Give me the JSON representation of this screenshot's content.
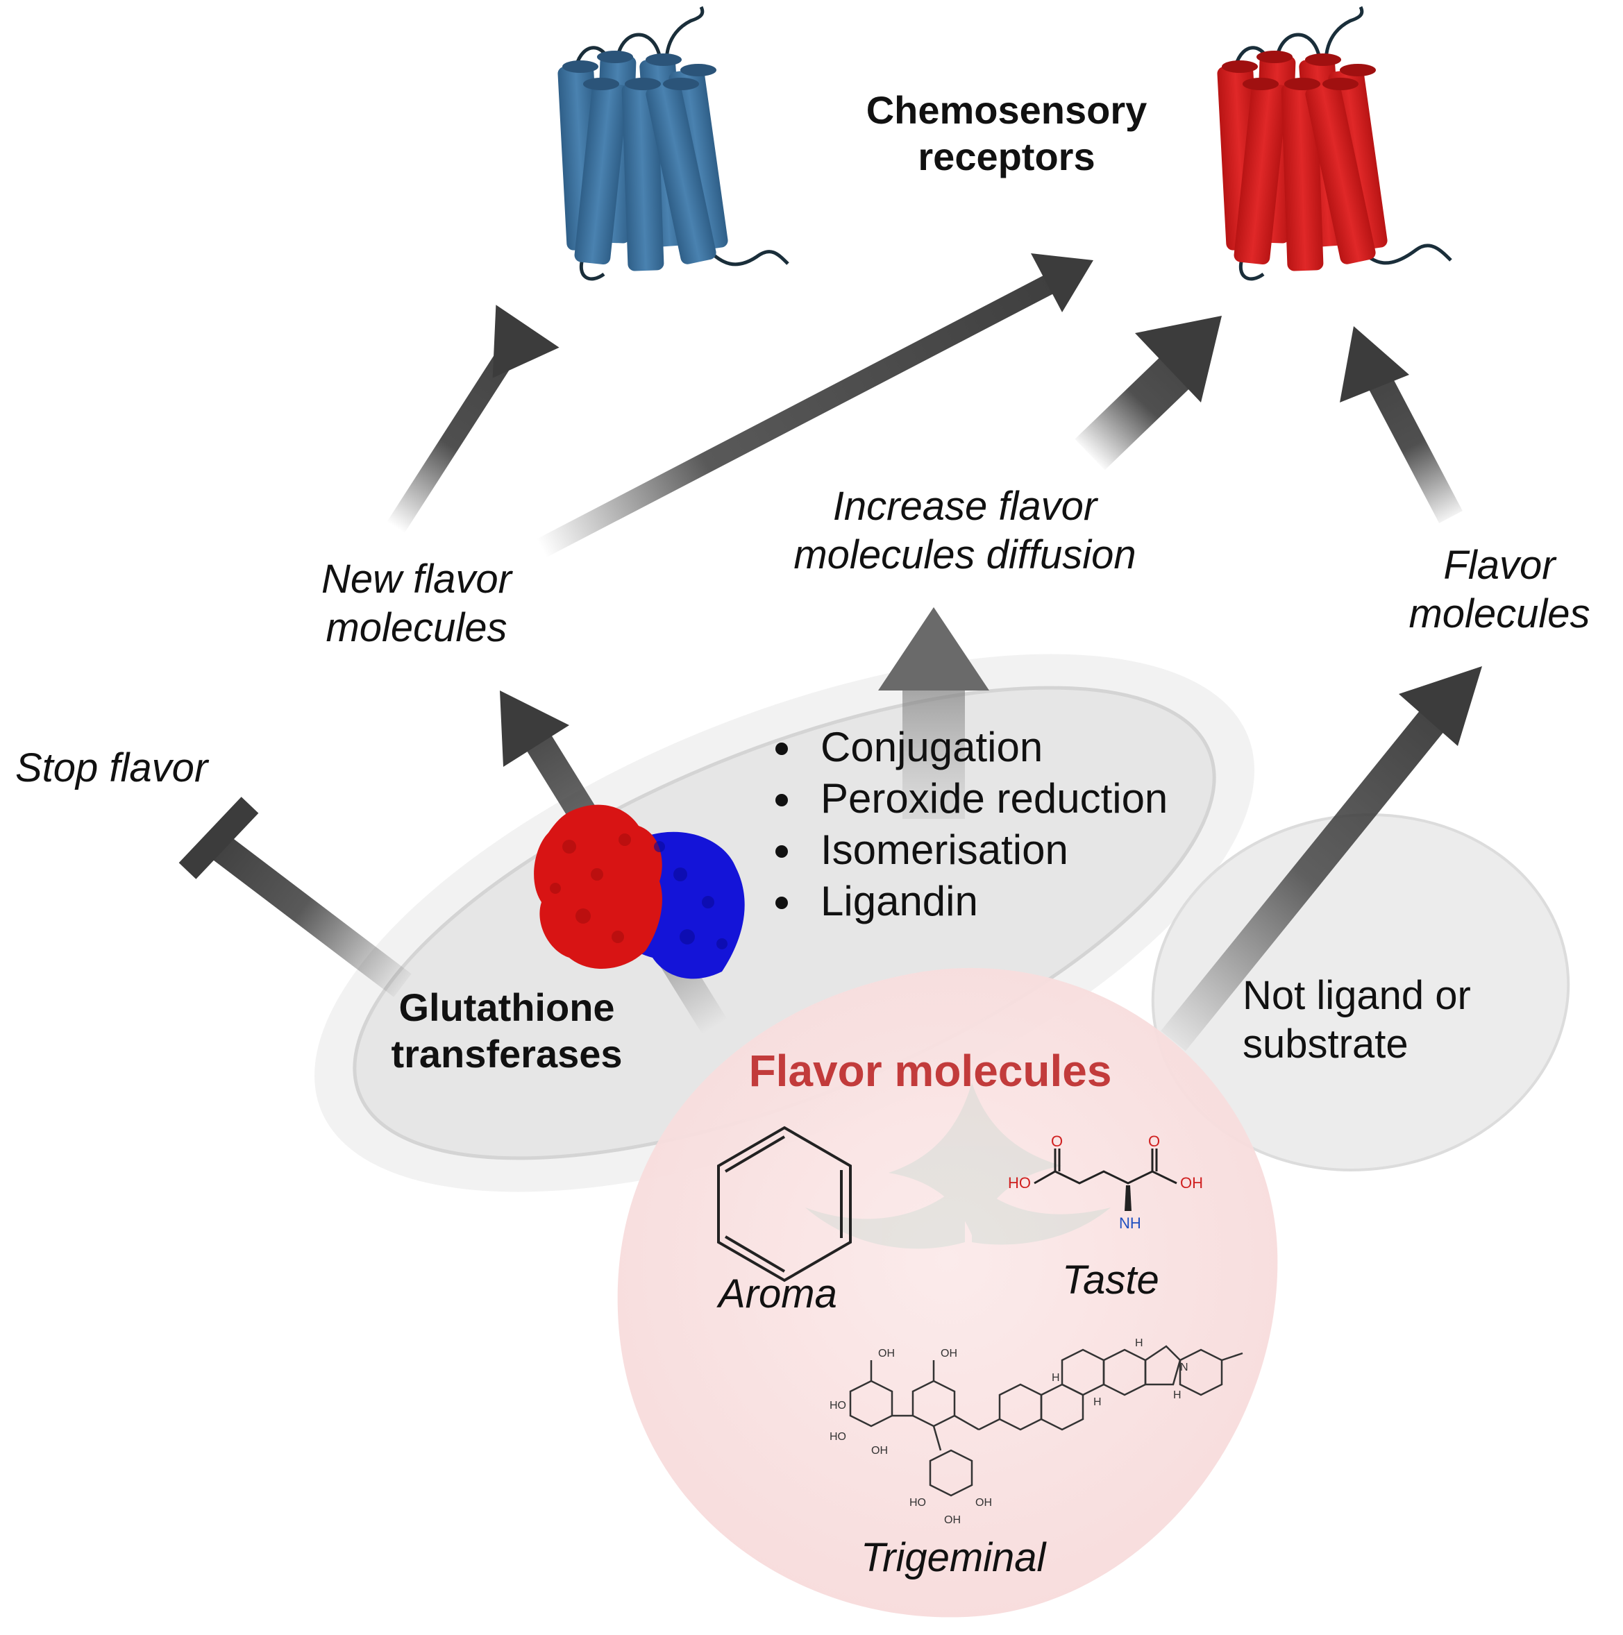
{
  "labels": {
    "chemosensory_receptors": "Chemosensory receptors",
    "new_flavor_molecules": "New flavor molecules",
    "increase_diffusion": "Increase flavor molecules diffusion",
    "flavor_molecules_right": "Flavor molecules",
    "stop_flavor": "Stop flavor",
    "gst": "Glutathione transferases",
    "not_ligand": "Not ligand or substrate",
    "flavor_molecules_title": "Flavor molecules",
    "aroma": "Aroma",
    "taste": "Taste",
    "trigeminal": "Trigeminal"
  },
  "processes": [
    "Conjugation",
    "Peroxide reduction",
    "Isomerisation",
    "Ligandin"
  ],
  "molecule_text": {
    "o1": "O",
    "o2": "O",
    "ho": "HO",
    "oh": "OH",
    "nh2": "NH",
    "ho_a": "HO",
    "ho_b": "HO",
    "ho_c": "HO",
    "oh_a": "OH",
    "oh_b": "OH",
    "oh_c": "OH",
    "oh_d": "OH",
    "oh_e": "OH",
    "h_a": "H",
    "h_b": "H",
    "h_c": "H",
    "h_d": "H",
    "n": "N"
  },
  "colors": {
    "receptor_blue": "#3b6f9c",
    "receptor_red": "#d42020",
    "arrow": "#3c3c3c",
    "flavor_title": "#c23b3b",
    "protein_red": "#e01010",
    "protein_blue": "#1010e0"
  }
}
